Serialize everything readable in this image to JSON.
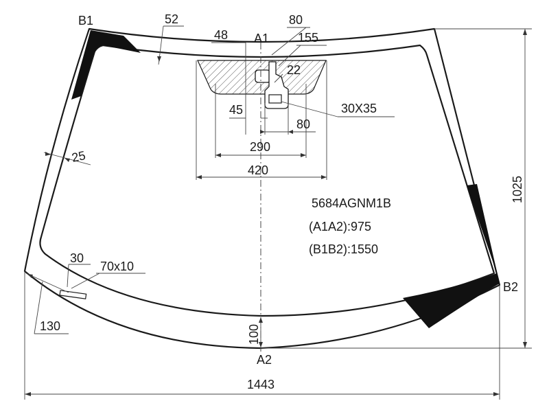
{
  "part_number": "5684AGNM1B",
  "points": {
    "b1": "B1",
    "b2": "B2",
    "a1": "A1",
    "a2": "A2"
  },
  "dimensions": {
    "overall_width": "1443",
    "overall_height": "1025",
    "top_band": "52",
    "side_band": "25",
    "bottom_band": "100",
    "corner_offset": "130",
    "marking_offset": "30",
    "marking_size": "70x10",
    "bracket_top_80": "80",
    "bracket_48": "48",
    "bracket_155": "155",
    "bracket_22": "22",
    "bracket_45": "45",
    "bracket_80": "80",
    "bracket_290": "290",
    "bracket_420": "420",
    "sensor_size": "30X35"
  },
  "specs": {
    "a1a2": "(A1A2):975",
    "b1b2": "(B1B2):1550"
  }
}
